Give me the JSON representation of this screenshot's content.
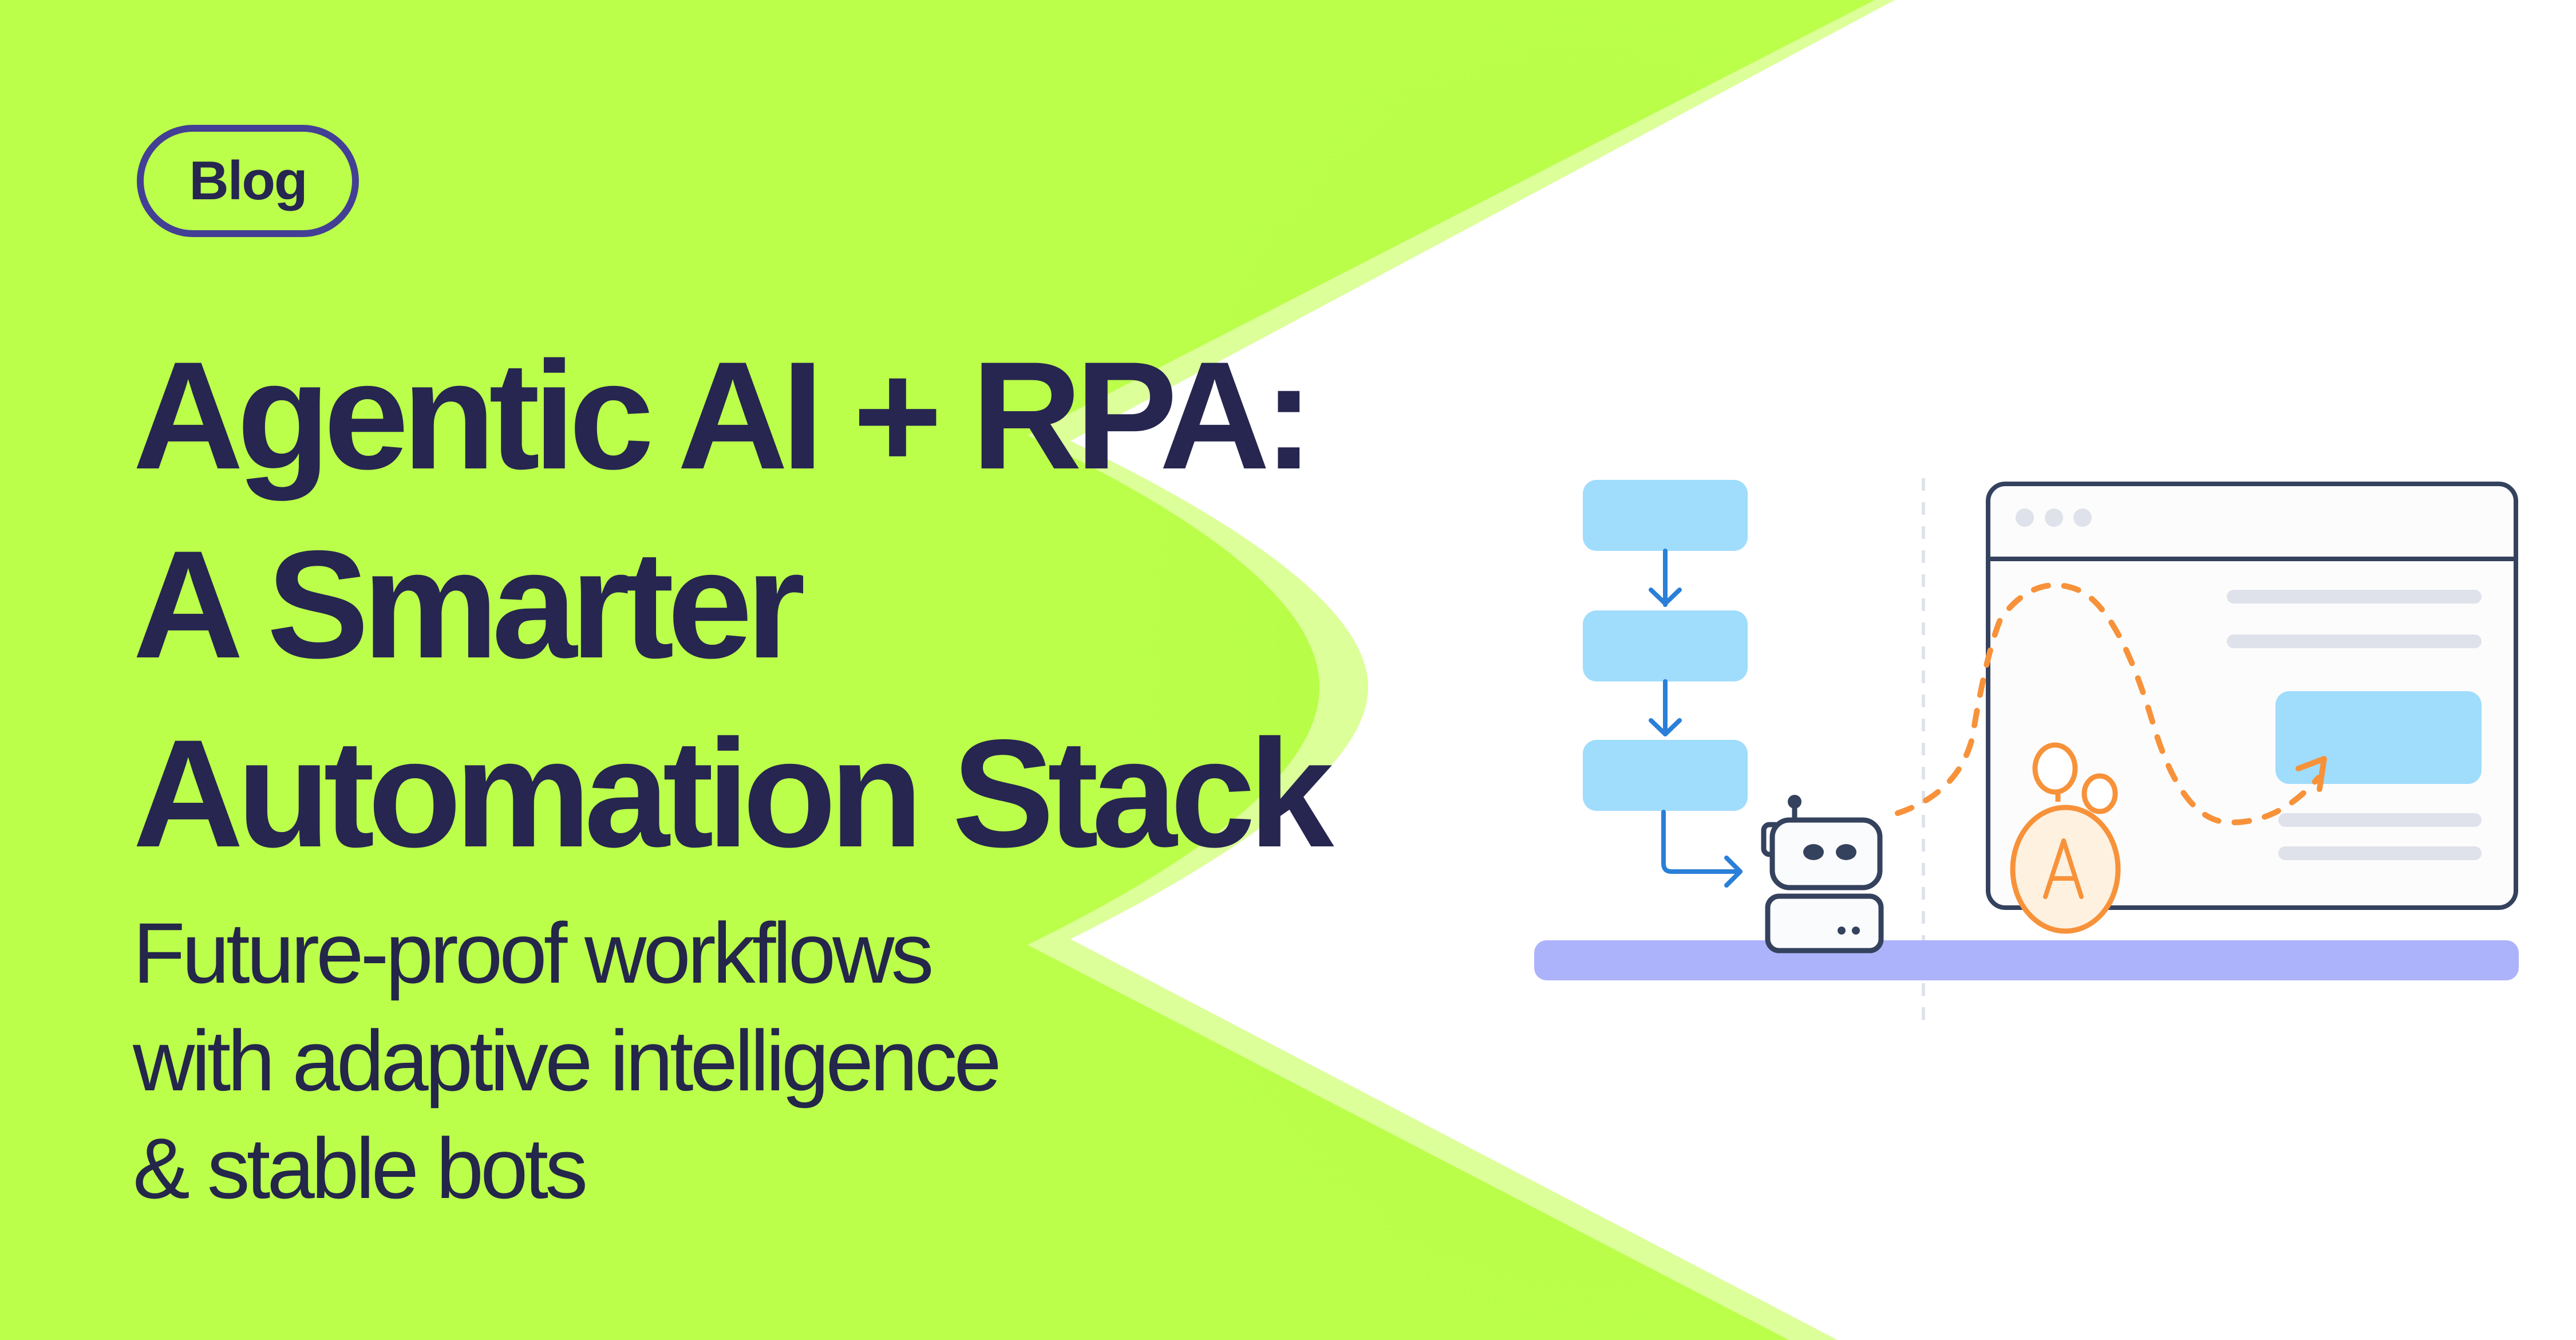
{
  "badge": {
    "label": "Blog"
  },
  "headline": {
    "lines": [
      "Agentic AI + RPA:",
      "A Smarter",
      "Automation Stack"
    ]
  },
  "subtitle": {
    "lines": [
      "Future-proof workflows",
      "with adaptive intelligence",
      "& stable bots"
    ]
  },
  "colors": {
    "background_green": "#bbff4a",
    "divider_light_green": "#dcff99",
    "text_navy": "#262650",
    "badge_border": "#433f94",
    "flow_box_blue": "#a0dcfc",
    "arrow_blue": "#2a7fd8",
    "accent_orange": "#f7923a",
    "base_bar_purple": "#adb3fb",
    "robot_outline": "#34425e"
  },
  "illustration": {
    "flow_steps": 3,
    "agent_badge_letter": "A",
    "icons": [
      "flowchart-icon",
      "robot-icon",
      "browser-window-icon",
      "ai-agent-icon",
      "dashed-path-arrow-icon"
    ]
  }
}
